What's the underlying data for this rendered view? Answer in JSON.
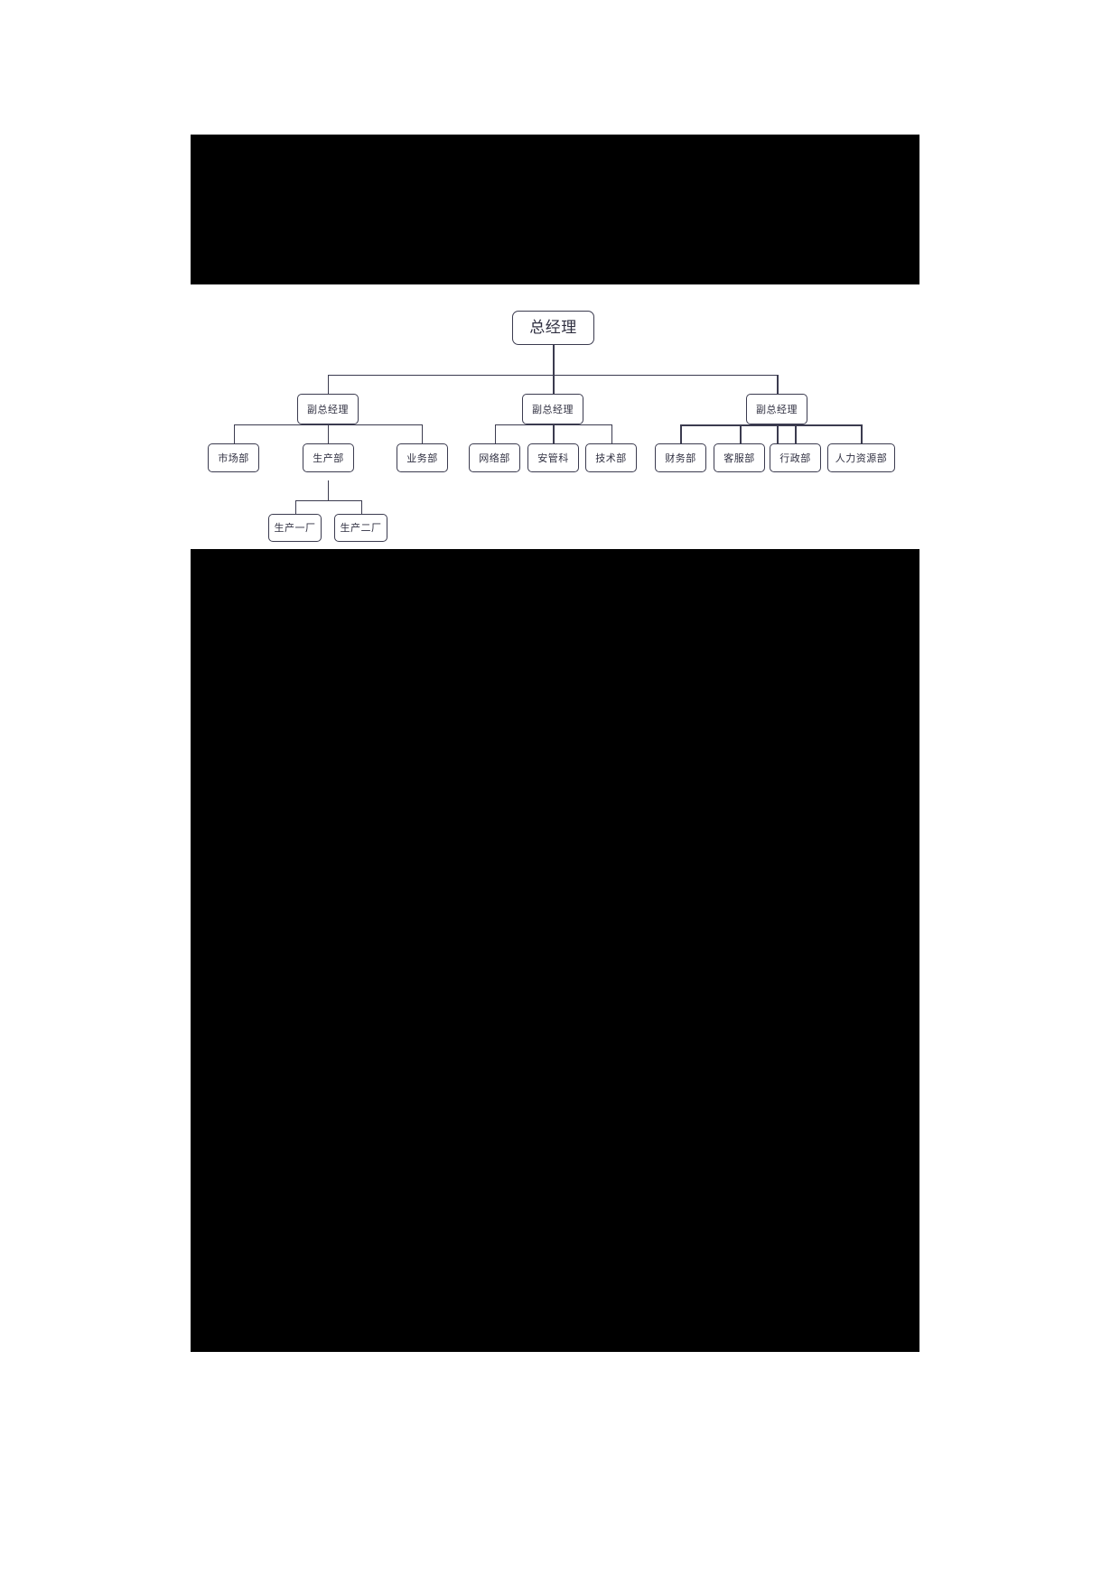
{
  "document": {
    "page_background": "#000000",
    "band_background": "#ffffff",
    "node_border_color": "#3b3b4f",
    "node_text_color": "#2f2f40"
  },
  "chart_data": {
    "type": "diagram",
    "title": "",
    "subtype": "organization-chart",
    "orientation": "top-down",
    "levels": 4,
    "nodes": [
      {
        "id": "n0",
        "label": "总经理",
        "level": 0,
        "parent": null
      },
      {
        "id": "n1",
        "label": "副总经理",
        "level": 1,
        "parent": "n0"
      },
      {
        "id": "n2",
        "label": "副总经理",
        "level": 1,
        "parent": "n0"
      },
      {
        "id": "n3",
        "label": "副总经理",
        "level": 1,
        "parent": "n0"
      },
      {
        "id": "n4",
        "label": "市场部",
        "level": 2,
        "parent": "n1"
      },
      {
        "id": "n5",
        "label": "生产部",
        "level": 2,
        "parent": "n1"
      },
      {
        "id": "n6",
        "label": "业务部",
        "level": 2,
        "parent": "n1"
      },
      {
        "id": "n7",
        "label": "网络部",
        "level": 2,
        "parent": "n2"
      },
      {
        "id": "n8",
        "label": "安管科",
        "level": 2,
        "parent": "n2"
      },
      {
        "id": "n9",
        "label": "技术部",
        "level": 2,
        "parent": "n2"
      },
      {
        "id": "n10",
        "label": "财务部",
        "level": 2,
        "parent": "n3"
      },
      {
        "id": "n11",
        "label": "客服部",
        "level": 2,
        "parent": "n3"
      },
      {
        "id": "n12",
        "label": "行政部",
        "level": 2,
        "parent": "n3"
      },
      {
        "id": "n13",
        "label": "人力资源部",
        "level": 2,
        "parent": "n3"
      },
      {
        "id": "n14",
        "label": "生产一厂",
        "level": 3,
        "parent": "n5"
      },
      {
        "id": "n15",
        "label": "生产二厂",
        "level": 3,
        "parent": "n5"
      }
    ]
  },
  "org": {
    "root": {
      "label": "总经理"
    },
    "vp_left": {
      "label": "副总经理"
    },
    "vp_mid": {
      "label": "副总经理"
    },
    "vp_right": {
      "label": "副总经理"
    },
    "dept_market": {
      "label": "市场部"
    },
    "dept_production": {
      "label": "生产部"
    },
    "dept_business": {
      "label": "业务部"
    },
    "dept_network": {
      "label": "网络部"
    },
    "dept_safety": {
      "label": "安管科"
    },
    "dept_technical": {
      "label": "技术部"
    },
    "dept_finance": {
      "label": "财务部"
    },
    "dept_service": {
      "label": "客服部"
    },
    "dept_admin": {
      "label": "行政部"
    },
    "dept_hr": {
      "label": "人力资源部"
    },
    "plant_one": {
      "label": "生产一厂"
    },
    "plant_two": {
      "label": "生产二厂"
    }
  }
}
